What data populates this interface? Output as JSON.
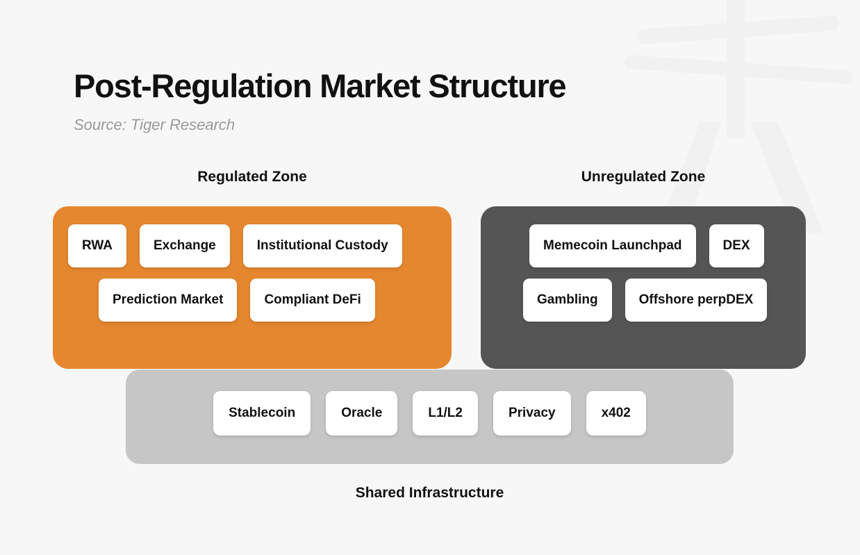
{
  "header": {
    "title": "Post-Regulation Market Structure",
    "source": "Source: Tiger Research"
  },
  "colors": {
    "background": "#f7f7f7",
    "regulated_zone": "#e5872f",
    "unregulated_zone": "#555555",
    "shared_zone": "#c6c6c6",
    "card": "#ffffff",
    "text": "#111111",
    "source_text": "#9a9a9a"
  },
  "diagram_data": {
    "type": "diagram",
    "title": "Post-Regulation Market Structure",
    "zones": [
      {
        "id": "regulated",
        "label": "Regulated Zone",
        "color": "#e5872f",
        "rows": [
          [
            "RWA",
            "Exchange",
            "Institutional Custody"
          ],
          [
            "Prediction Market",
            "Compliant DeFi"
          ]
        ]
      },
      {
        "id": "unregulated",
        "label": "Unregulated Zone",
        "color": "#555555",
        "rows": [
          [
            "Memecoin Launchpad",
            "DEX"
          ],
          [
            "Gambling",
            "Offshore perpDEX"
          ]
        ]
      },
      {
        "id": "shared",
        "label": "Shared Infrastructure",
        "color": "#c6c6c6",
        "rows": [
          [
            "Stablecoin",
            "Oracle",
            "L1/L2",
            "Privacy",
            "x402"
          ]
        ]
      }
    ]
  },
  "regulated": {
    "label": "Regulated Zone",
    "row1": {
      "c0": "RWA",
      "c1": "Exchange",
      "c2": "Institutional Custody"
    },
    "row2": {
      "c0": "Prediction Market",
      "c1": "Compliant DeFi"
    }
  },
  "unregulated": {
    "label": "Unregulated Zone",
    "row1": {
      "c0": "Memecoin Launchpad",
      "c1": "DEX"
    },
    "row2": {
      "c0": "Gambling",
      "c1": "Offshore perpDEX"
    }
  },
  "shared": {
    "label": "Shared Infrastructure",
    "row1": {
      "c0": "Stablecoin",
      "c1": "Oracle",
      "c2": "L1/L2",
      "c3": "Privacy",
      "c4": "x402"
    }
  }
}
